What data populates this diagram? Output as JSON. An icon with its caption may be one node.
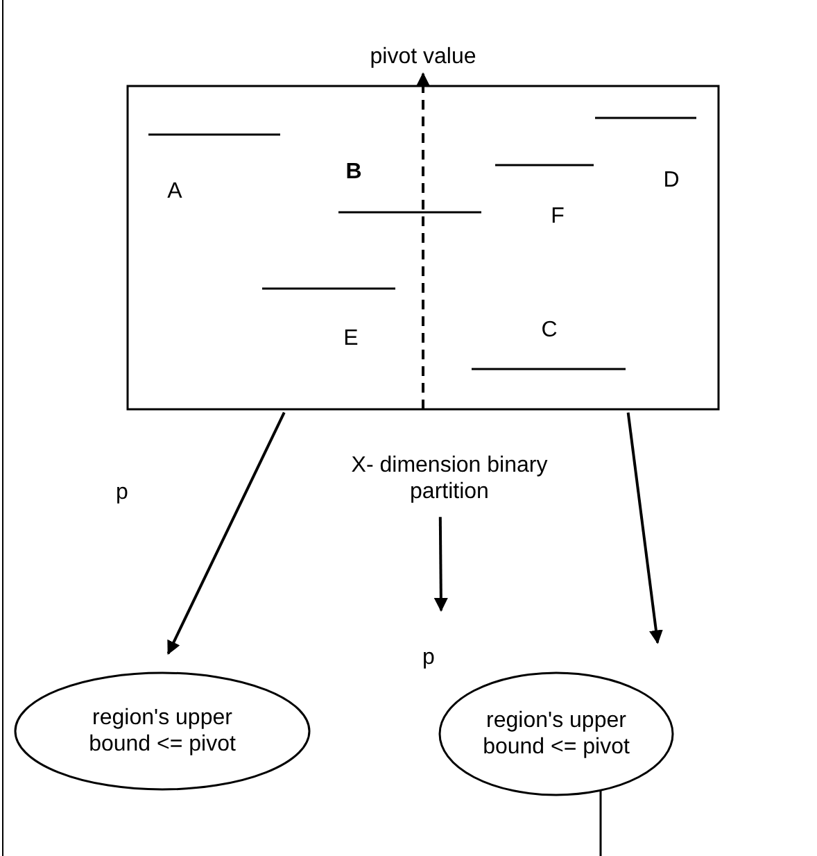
{
  "diagram": {
    "nodes": [
      {
        "text": [],
        "shape": "box"
      },
      {
        "text": [
          "pivot value"
        ]
      },
      {
        "text": [
          "X- dimension binary partition"
        ]
      },
      {
        "text": [
          "region's upper bound <= pivot"
        ]
      },
      {
        "text": [
          "region's upper bound <= pivot"
        ]
      }
    ],
    "edges": [
      {
        "from": 0,
        "to": 1,
        "arrow": "to",
        "style": "dashed"
      },
      {
        "from": 2,
        "to": null,
        "arrow": "to"
      },
      {
        "from": 0,
        "to": 3,
        "arrow": "to"
      },
      {
        "from": 0,
        "to": 4,
        "arrow": "to"
      }
    ],
    "labels": [
      "A",
      "**B**",
      "F",
      "D",
      "E",
      "C",
      "p",
      "p"
    ]
  }
}
